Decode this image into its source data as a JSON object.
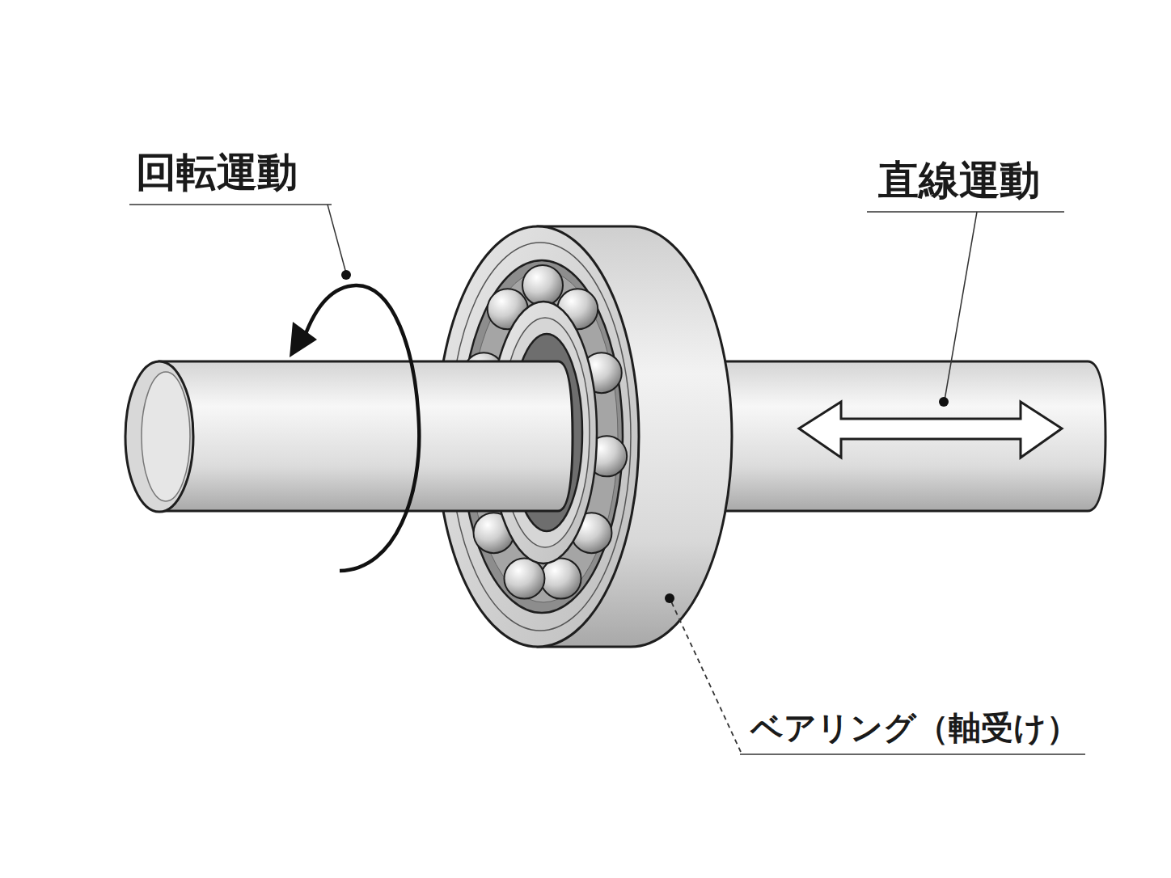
{
  "diagram": {
    "labels": [
      "回転運動",
      "直線運動",
      "ベアリング（軸受け）"
    ]
  }
}
